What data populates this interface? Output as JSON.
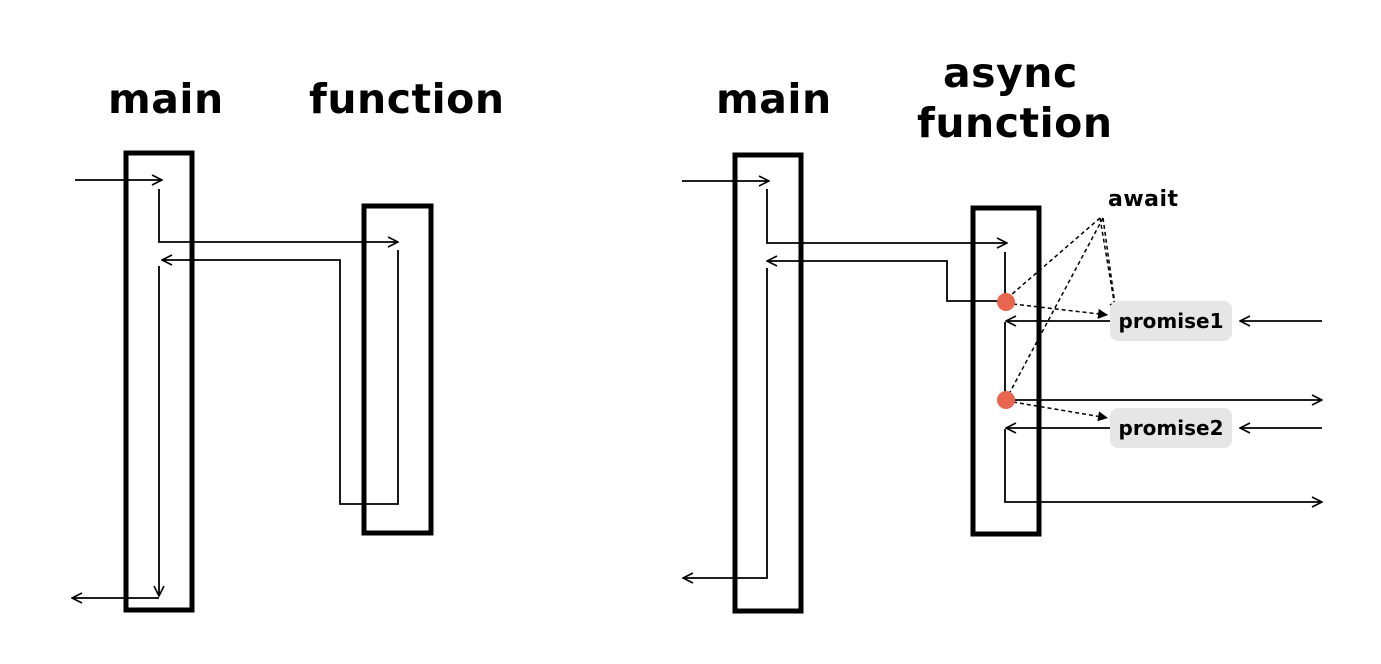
{
  "left": {
    "main_label": "main",
    "function_label": "function"
  },
  "right": {
    "main_label": "main",
    "async_label": "async",
    "function_label": "function",
    "await_label": "await",
    "promise1_label": "promise1",
    "promise2_label": "promise2"
  },
  "colors": {
    "ink": "#000000",
    "await_dot": "#e8654f",
    "promise_bg": "#e6e6e6"
  }
}
